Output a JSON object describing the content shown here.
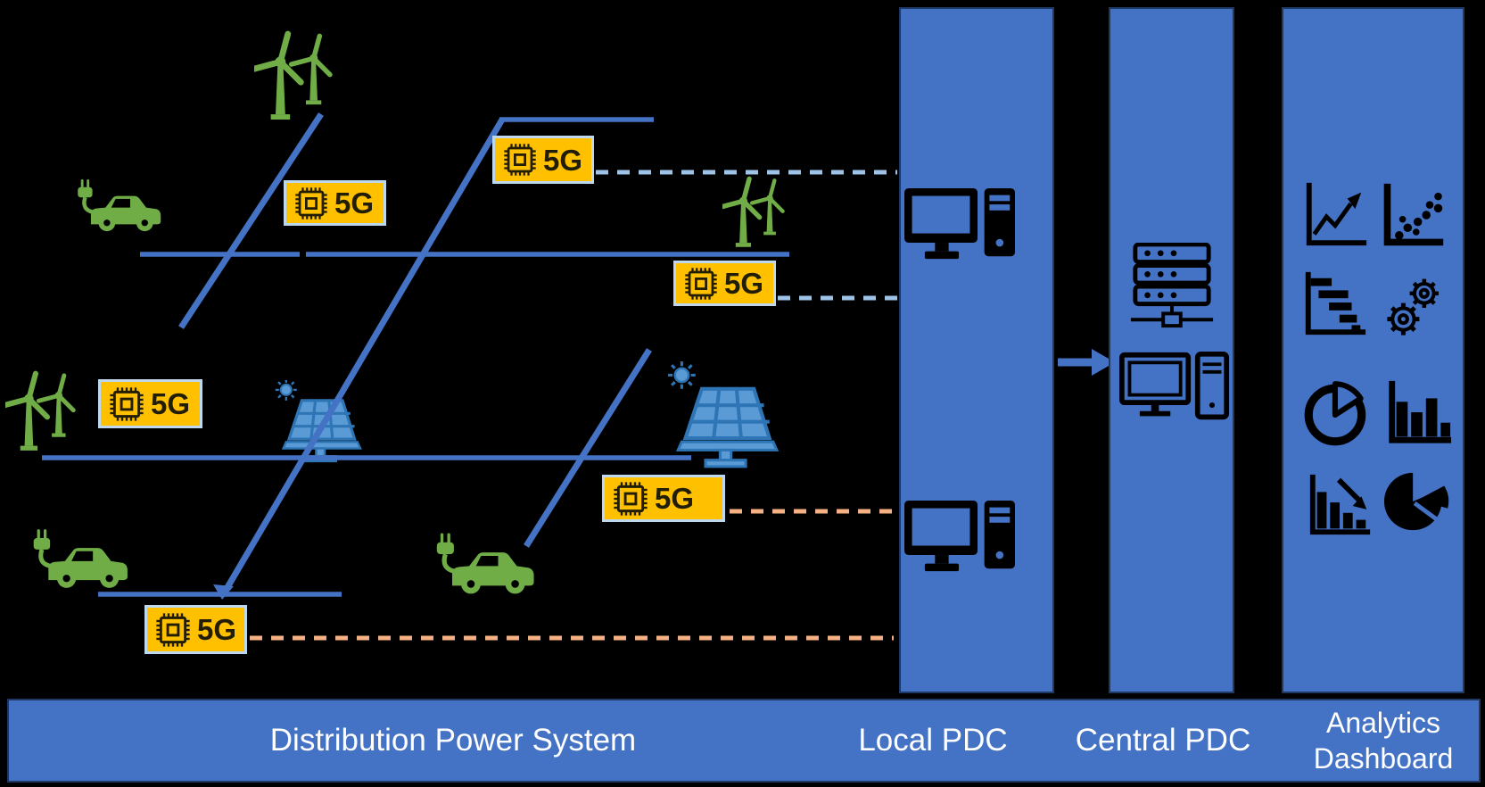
{
  "diagram": {
    "chip": {
      "label": "5G",
      "count": 6
    },
    "sections": {
      "distribution": {
        "label": "Distribution Power System"
      },
      "local_pdc": {
        "label": "Local PDC"
      },
      "central_pdc": {
        "label": "Central PDC"
      },
      "analytics": {
        "label_line1": "Analytics",
        "label_line2": "Dashboard"
      }
    },
    "colors": {
      "background": "#000000",
      "column_fill": "#4472C4",
      "column_border": "#1F3864",
      "power_line_blue": "#4472C4",
      "wireless_dash_upper": "#9DC3E6",
      "wireless_dash_lower": "#F4B183",
      "device_green": "#70AD47",
      "solar_light": "#5B9BD5",
      "solar_dark": "#2E75B6",
      "chip_box_fill": "#FFC000",
      "chip_box_border": "#BDD7EE",
      "icon_black": "#000000",
      "label_text": "#FFFFFF"
    },
    "icon_names": [
      "wind-turbines",
      "electric-vehicle",
      "solar-panel",
      "5g-chip",
      "workstation",
      "server-rack",
      "arrow-right",
      "line-chart",
      "scatter-plot",
      "gantt-chart",
      "gears",
      "pie-chart",
      "bar-chart",
      "declining-bar-chart",
      "pie-chart-solid"
    ]
  }
}
